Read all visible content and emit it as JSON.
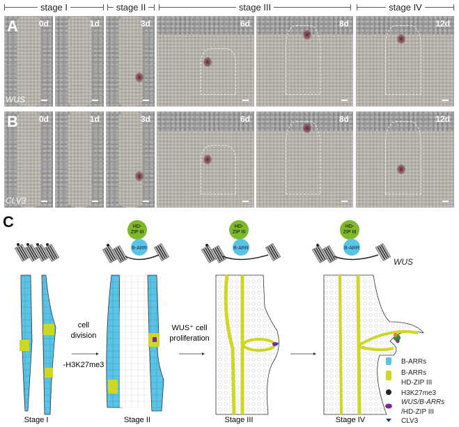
{
  "stages_top": [
    "stage I",
    "stage II",
    "stage III",
    "stage IV"
  ],
  "panel_a": {
    "label": "A",
    "gene": "WUS",
    "days": [
      "0d",
      "1d",
      "3d",
      "6d",
      "8d",
      "12d"
    ]
  },
  "panel_b": {
    "label": "B",
    "gene": "CLV3",
    "days": [
      "0d",
      "1d",
      "3d",
      "6d",
      "8d",
      "12d"
    ]
  },
  "panel_c": {
    "label": "C",
    "hdzip_line1": "HD-",
    "hdzip_line2": "ZIP III",
    "barr": "B-ARR",
    "wus_label": "WUS",
    "arrow1": [
      "cell",
      "division",
      "-H3K27me3"
    ],
    "arrow2": [
      "WUS⁺ cell",
      "proliferation"
    ],
    "stages": [
      "Stage I",
      "Stage II",
      "Stage III",
      "Stage IV"
    ],
    "legend": [
      {
        "text": [
          "B-ARRs"
        ],
        "color": "#5bc4e6"
      },
      {
        "text": [
          "B-ARRs",
          "HD-ZIP III"
        ],
        "color": "#cfd623"
      },
      {
        "text": [
          "H3K27me3"
        ],
        "color": "#222222"
      },
      {
        "text": [
          "WUS/B-ARRs",
          "/HD-ZIP III"
        ],
        "color": "#7b2a8e"
      },
      {
        "text": [
          "CLV3"
        ],
        "color": "#1b3a8a"
      }
    ]
  }
}
